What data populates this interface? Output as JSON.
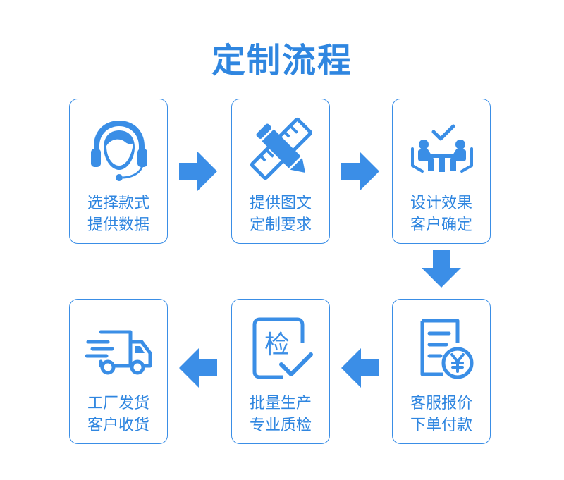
{
  "title": "定制流程",
  "colors": {
    "accent": "#2f86e0",
    "arrow": "#3b8ee7",
    "border": "#3a8ee6"
  },
  "steps": [
    {
      "icon": "headset-person-icon",
      "line1": "选择款式",
      "line2": "提供数据"
    },
    {
      "icon": "pencil-ruler-icon",
      "line1": "提供图文",
      "line2": "定制要求"
    },
    {
      "icon": "meeting-check-icon",
      "line1": "设计效果",
      "line2": "客户确定"
    },
    {
      "icon": "invoice-yen-icon",
      "line1": "客服报价",
      "line2": "下单付款"
    },
    {
      "icon": "inspection-check-icon",
      "line1": "批量生产",
      "line2": "专业质检",
      "icon_text": "检"
    },
    {
      "icon": "delivery-truck-icon",
      "line1": "工厂发货",
      "line2": "客户收货"
    }
  ]
}
